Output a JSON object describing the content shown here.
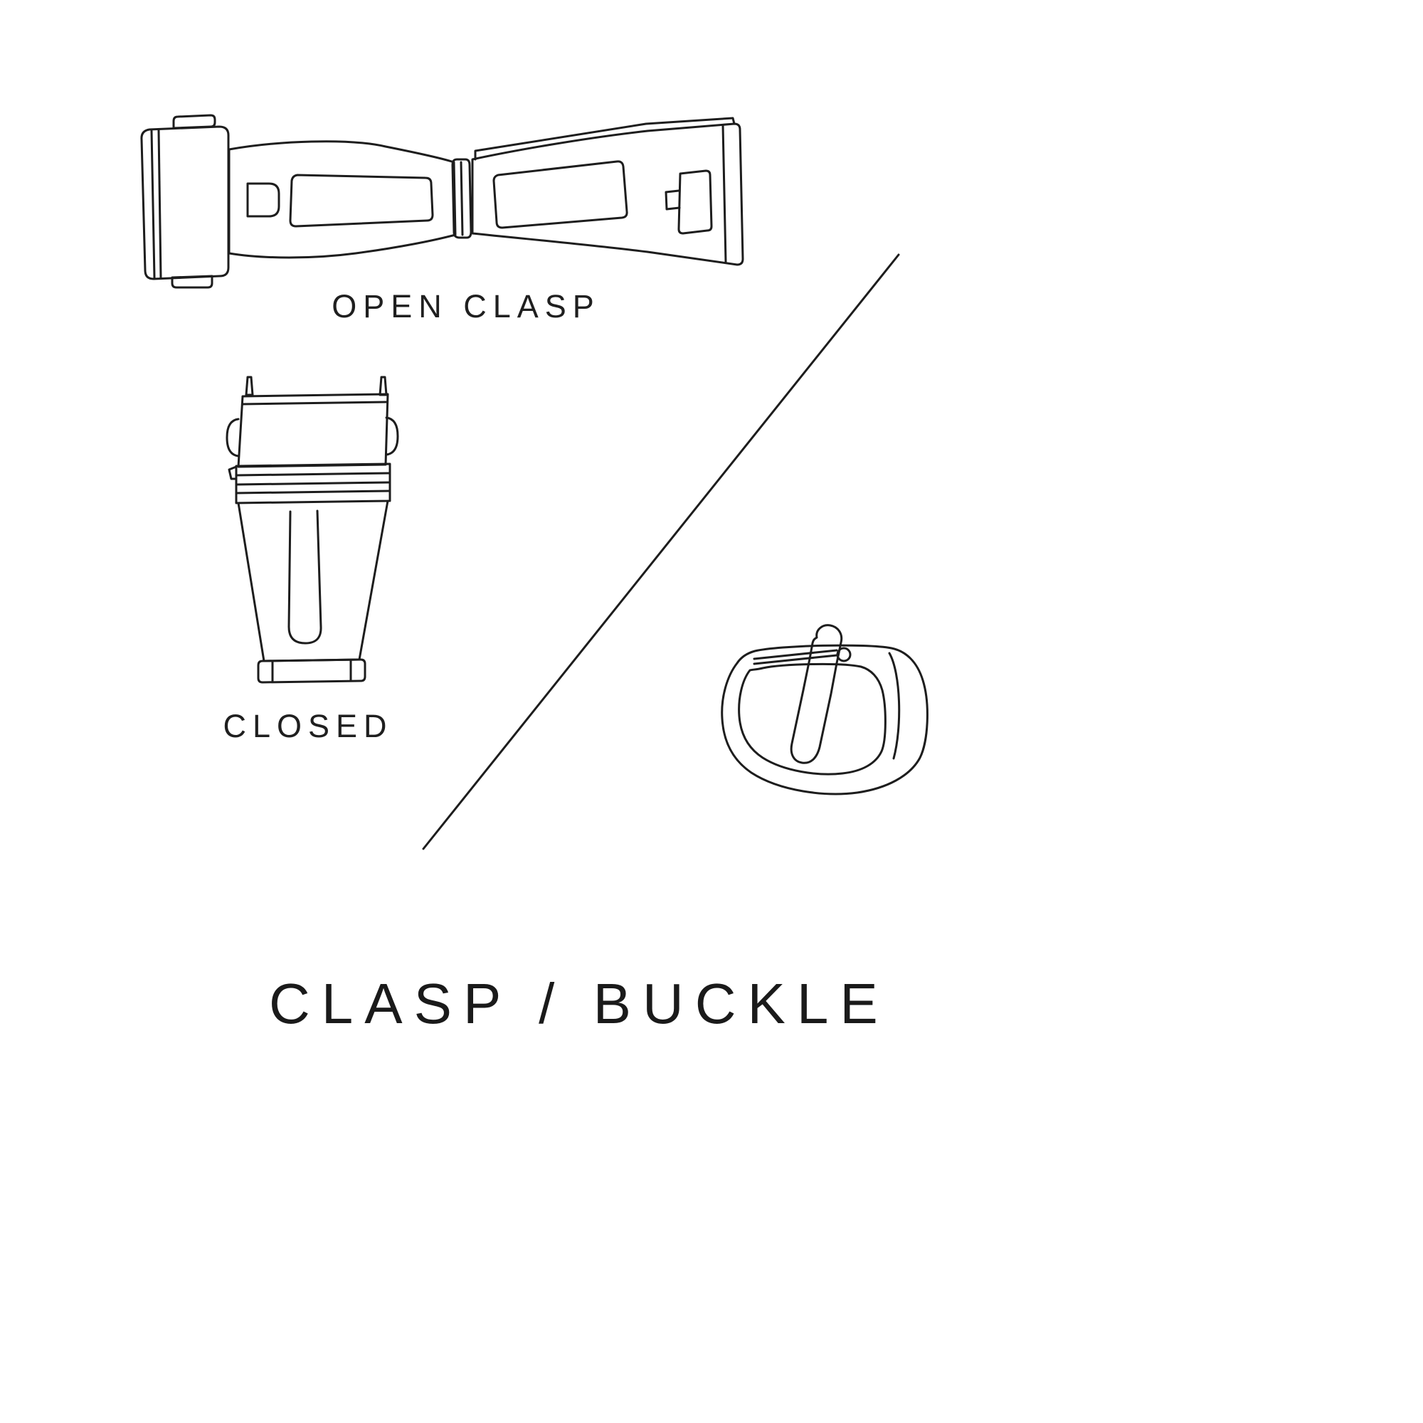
{
  "page": {
    "background_color": "#ffffff",
    "line_color": "#1d1d1d"
  },
  "labels": {
    "open_clasp": "OPEN CLASP",
    "closed": "CLOSED"
  },
  "title": "CLASP / BUCKLE",
  "illustrations": [
    {
      "name": "open-clasp-illustration"
    },
    {
      "name": "closed-clasp-illustration"
    },
    {
      "name": "buckle-illustration"
    },
    {
      "name": "diagonal-divider-line"
    }
  ]
}
